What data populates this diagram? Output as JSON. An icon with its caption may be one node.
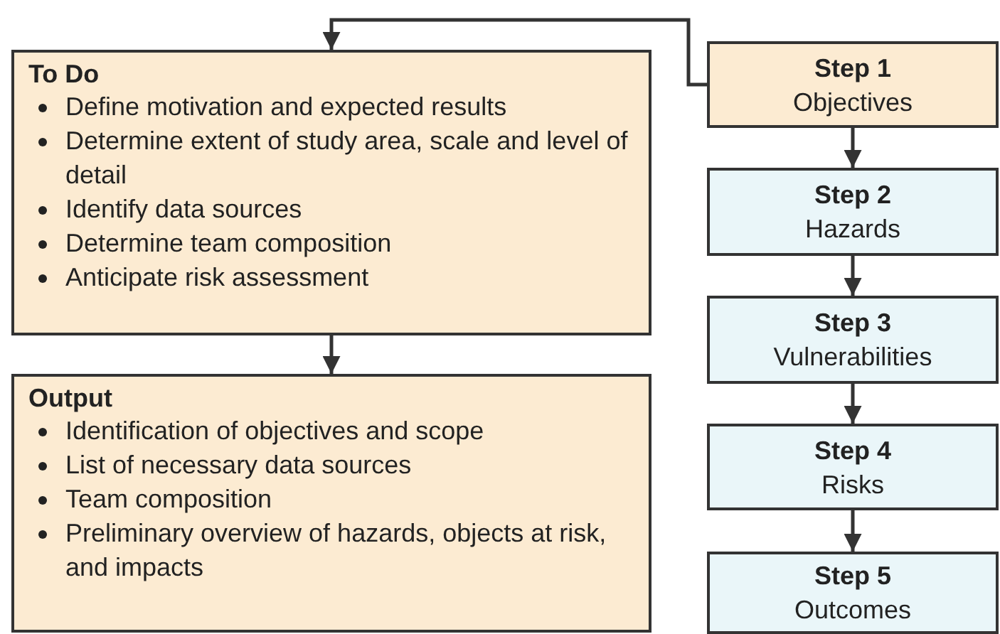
{
  "diagram": {
    "nodes": [
      {
        "text": [
          "To Do",
          "Define motivation and expected results",
          "Determine extent of study area, scale and level of detail",
          "Identify data sources",
          "Determine team composition",
          "Anticipate risk assessment"
        ]
      },
      {
        "text": [
          "Output",
          "Identification of objectives and scope",
          "List of necessary data sources",
          "Team composition",
          "Preliminary overview of hazards, objects at risk, and impacts"
        ]
      },
      {
        "text": [
          "Step 1",
          "Objectives"
        ]
      },
      {
        "text": [
          "Step 2",
          "Hazards"
        ]
      },
      {
        "text": [
          "Step 3",
          "Vulnerabilities"
        ]
      },
      {
        "text": [
          "Step 4",
          "Risks"
        ]
      },
      {
        "text": [
          "Step 5",
          "Outcomes"
        ]
      }
    ],
    "edges": [
      {
        "from": 2,
        "to": 0,
        "arrow": "to"
      },
      {
        "from": 0,
        "to": 1,
        "arrow": "to"
      },
      {
        "from": 2,
        "to": 3,
        "arrow": "to"
      },
      {
        "from": 3,
        "to": 4,
        "arrow": "to"
      },
      {
        "from": 4,
        "to": 5,
        "arrow": "to"
      },
      {
        "from": 5,
        "to": 6,
        "arrow": "to"
      }
    ]
  }
}
